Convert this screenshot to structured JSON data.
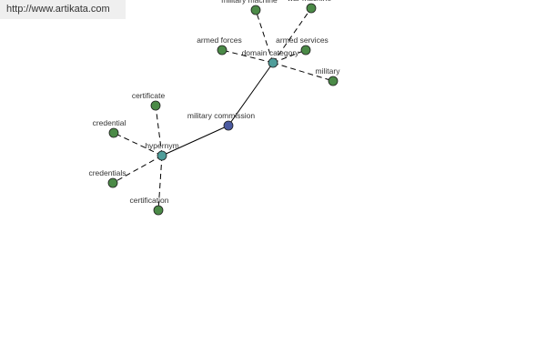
{
  "source_url": "http://www.artikata.com",
  "colors": {
    "center_node": "#4b5aa0",
    "category_node": "#4f9d9a",
    "leaf_node": "#4b8a47",
    "edge": "#000000"
  },
  "nodes": [
    {
      "id": "military-commission",
      "label": "military commission",
      "kind": "center"
    },
    {
      "id": "domain-category",
      "label": "domain category",
      "kind": "category"
    },
    {
      "id": "hypernym",
      "label": "hypernym",
      "kind": "category"
    },
    {
      "id": "military-machine",
      "label": "military machine",
      "kind": "leaf"
    },
    {
      "id": "war-machine",
      "label": "war machine",
      "kind": "leaf"
    },
    {
      "id": "armed-forces",
      "label": "armed forces",
      "kind": "leaf"
    },
    {
      "id": "armed-services",
      "label": "armed services",
      "kind": "leaf"
    },
    {
      "id": "military",
      "label": "military",
      "kind": "leaf"
    },
    {
      "id": "certificate",
      "label": "certificate",
      "kind": "leaf"
    },
    {
      "id": "credential",
      "label": "credential",
      "kind": "leaf"
    },
    {
      "id": "credentials",
      "label": "credentials",
      "kind": "leaf"
    },
    {
      "id": "certification",
      "label": "certification",
      "kind": "leaf"
    }
  ],
  "edges": [
    {
      "from": "military-commission",
      "to": "domain-category",
      "style": "solid"
    },
    {
      "from": "military-commission",
      "to": "hypernym",
      "style": "solid"
    },
    {
      "from": "domain-category",
      "to": "military-machine",
      "style": "dashed"
    },
    {
      "from": "domain-category",
      "to": "war-machine",
      "style": "dashed"
    },
    {
      "from": "domain-category",
      "to": "armed-forces",
      "style": "dashed"
    },
    {
      "from": "domain-category",
      "to": "armed-services",
      "style": "dashed"
    },
    {
      "from": "domain-category",
      "to": "military",
      "style": "dashed"
    },
    {
      "from": "hypernym",
      "to": "certificate",
      "style": "dashed"
    },
    {
      "from": "hypernym",
      "to": "credential",
      "style": "dashed"
    },
    {
      "from": "hypernym",
      "to": "credentials",
      "style": "dashed"
    },
    {
      "from": "hypernym",
      "to": "certification",
      "style": "dashed"
    }
  ]
}
